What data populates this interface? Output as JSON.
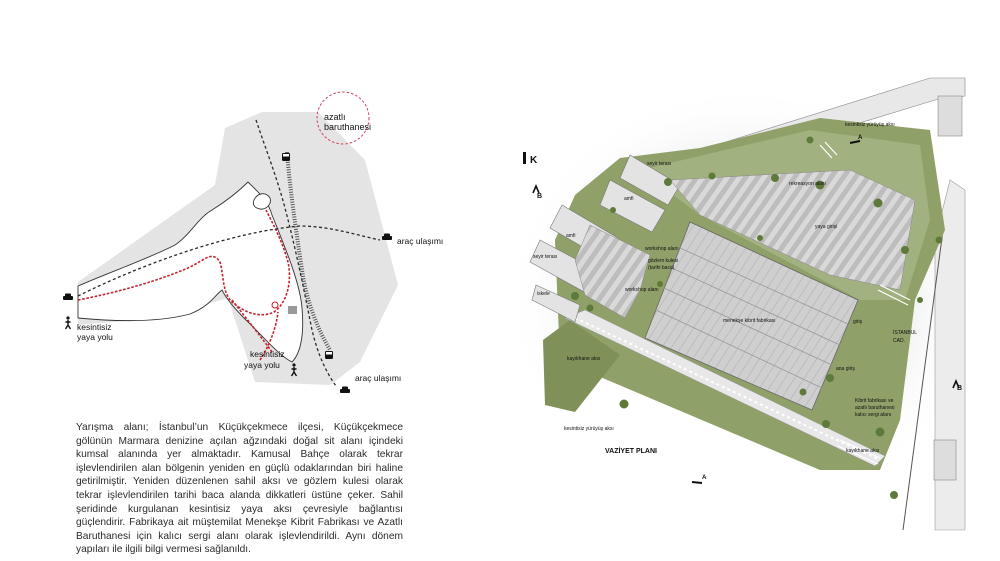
{
  "site_diagram": {
    "azatli_label_line1": "azatlı",
    "azatli_label_line2": "baruthanesi",
    "arac_ulasimi_top": "araç ulaşımı",
    "arac_ulasimi_bottom": "araç ulaşımı",
    "yaya_left_line1": "kesintisiz",
    "yaya_left_line2": "yaya yolu",
    "yaya_mid_line1": "kesintisiz",
    "yaya_mid_line2": "yaya yolu",
    "colors": {
      "zone_fill": "#e4e4e4",
      "red_path": "#c8202a",
      "dark_path": "#2a2a2a"
    }
  },
  "description": "Yarışma alanı; İstanbul’un Küçükçekmece ilçesi, Küçükçekmece gölünün Marmara denizine açılan ağzındaki doğal sit alanı içindeki kumsal alanında yer almaktadır. Kamusal Bahçe olarak tekrar işlevlendirilen alan bölgenin yeniden en güçlü odaklarından biri haline getirilmiştir. Yeniden düzenlenen sahil aksı ve gözlem kulesi olarak tekrar işlevlendirilen tarihi baca alanda dikkatleri üstüne çeker. Sahil şeridinde kurgulanan kesintisiz yaya aksı çevresiyle bağlantısı güçlendirir. Fabrikaya ait müştemilat Menekşe Kibrit Fabrikası ve Azatlı Baruthanesi için kalıcı sergi alanı olarak işlevlendirildi. Aynı dönem yapıları ile ilgili bilgi vermesi sağlanıldı.",
  "site_plan": {
    "section_k": "K",
    "section_b_left": "B",
    "section_b_right": "B",
    "section_a_top": "A",
    "section_a_bottom": "A",
    "labels": {
      "kesintisiz_top": "kesintisiz yürüyüş aksı",
      "seyir_terasi_1": "seyir terası",
      "rekreasyon": "rekreasyon alanı",
      "amfi_1": "amfi",
      "yaya_girisi": "yaya girişi",
      "amfi_2": "amfi",
      "workshop_1": "workshop alanı",
      "gozlem_1": "gözlem kulesi",
      "gozlem_2": "(tarihi baca)",
      "seyir_terasi_2": "seyir terası",
      "workshop_2": "workshop alanı",
      "iskele": "iskele",
      "fabrika": "menekşe kibrit fabrikası",
      "giris": "giriş",
      "istanbul_1": "İSTANBUL",
      "istanbul_2": "CAD.",
      "kayikhane_left": "kayıkhane aksı",
      "ana_giris": "ana giriş",
      "kibrit_1": "Kibrit fabrikası ve",
      "kibrit_2": "azatlı baruthanesi",
      "kibrit_3": "kalıcı sergi alanı",
      "kesintisiz_bottom": "kesintisiz yürüyüş aksı",
      "vaziyet": "VAZİYET PLANI",
      "kayikhane_right": "kayıkhane aksı"
    },
    "colors": {
      "green": "#8a9a63",
      "green_light": "#aab88a",
      "roof": "#d4d4d4",
      "roof_dark": "#a9a9a9",
      "road": "#c9c9c9"
    }
  }
}
